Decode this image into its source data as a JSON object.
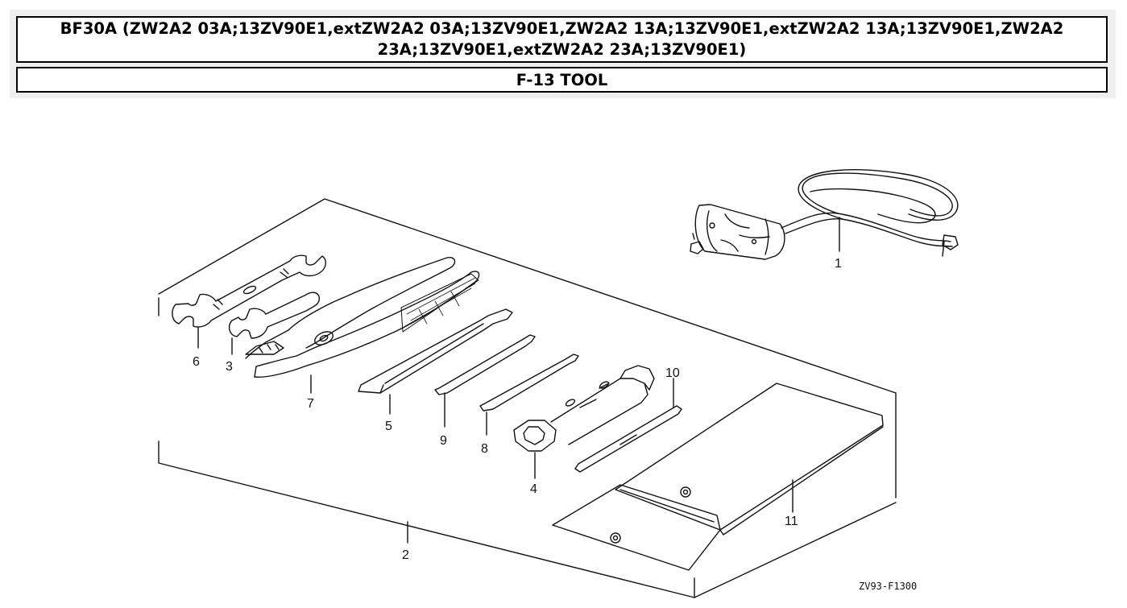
{
  "header": {
    "title": "BF30A (ZW2A2 03A;13ZV90E1,extZW2A2 03A;13ZV90E1,ZW2A2 13A;13ZV90E1,extZW2A2 13A;13ZV90E1,ZW2A2 23A;13ZV90E1,extZW2A2 23A;13ZV90E1)",
    "section": "F-13 TOOL"
  },
  "callouts": {
    "c1": "1",
    "c2": "2",
    "c3": "3",
    "c4": "4",
    "c5": "5",
    "c6": "6",
    "c7": "7",
    "c8": "8",
    "c9": "9",
    "c10": "10",
    "c11": "11"
  },
  "diagram_code": "ZV93-F1300"
}
